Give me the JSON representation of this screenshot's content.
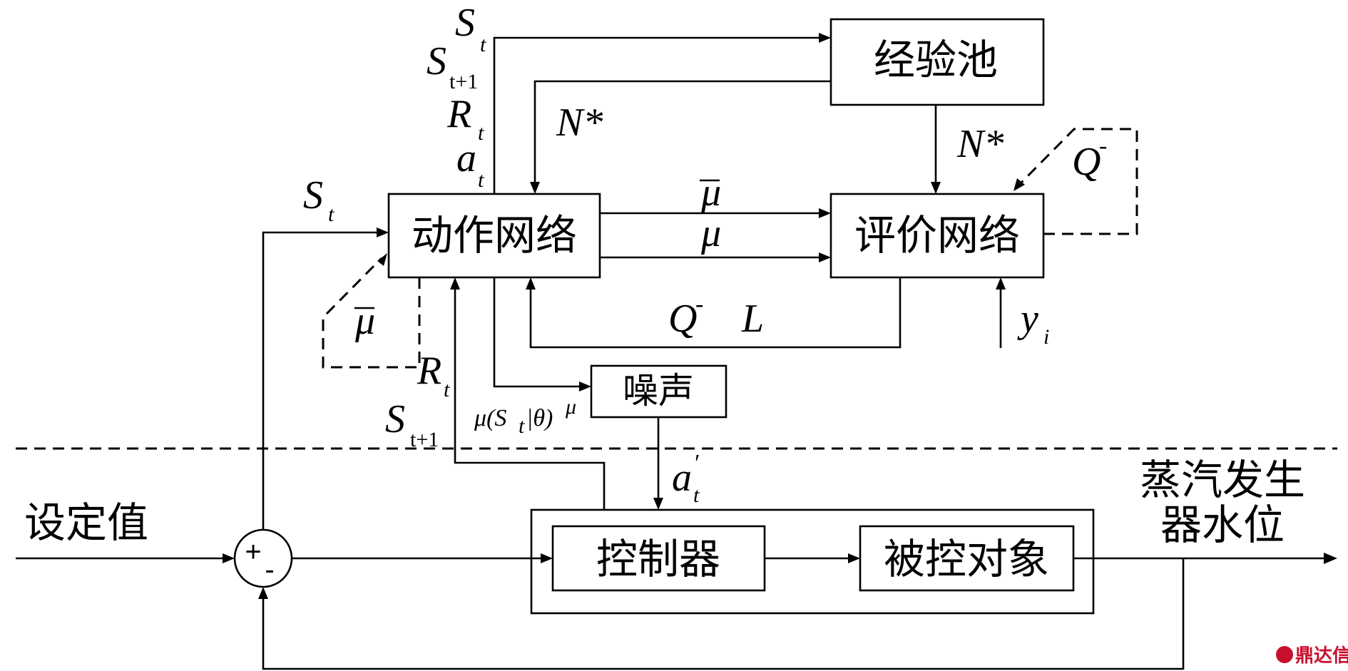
{
  "blocks": {
    "experience_pool": "经验池",
    "actor_network": "动作网络",
    "critic_network": "评价网络",
    "noise": "噪声",
    "controller": "控制器",
    "plant": "被控对象"
  },
  "labels": {
    "setpoint": "设定值",
    "output_line1": "蒸汽发生",
    "output_line2": "器水位",
    "sum_plus": "+",
    "sum_minus": "-"
  },
  "symbols": {
    "S": "S",
    "R": "R",
    "a": "a",
    "N_star": "N*",
    "Q_bar": "Q",
    "Q_sup": "-",
    "mu": "μ",
    "L": "L",
    "y": "y",
    "sub_t": "t",
    "sub_t1": "t+1",
    "sub_i": "i",
    "prime": "′",
    "policy_mu": "μ(S",
    "policy_mid": "|θ)",
    "policy_sup": "μ"
  },
  "watermark": {
    "text": "鼎达信",
    "color": "#c8102e"
  }
}
